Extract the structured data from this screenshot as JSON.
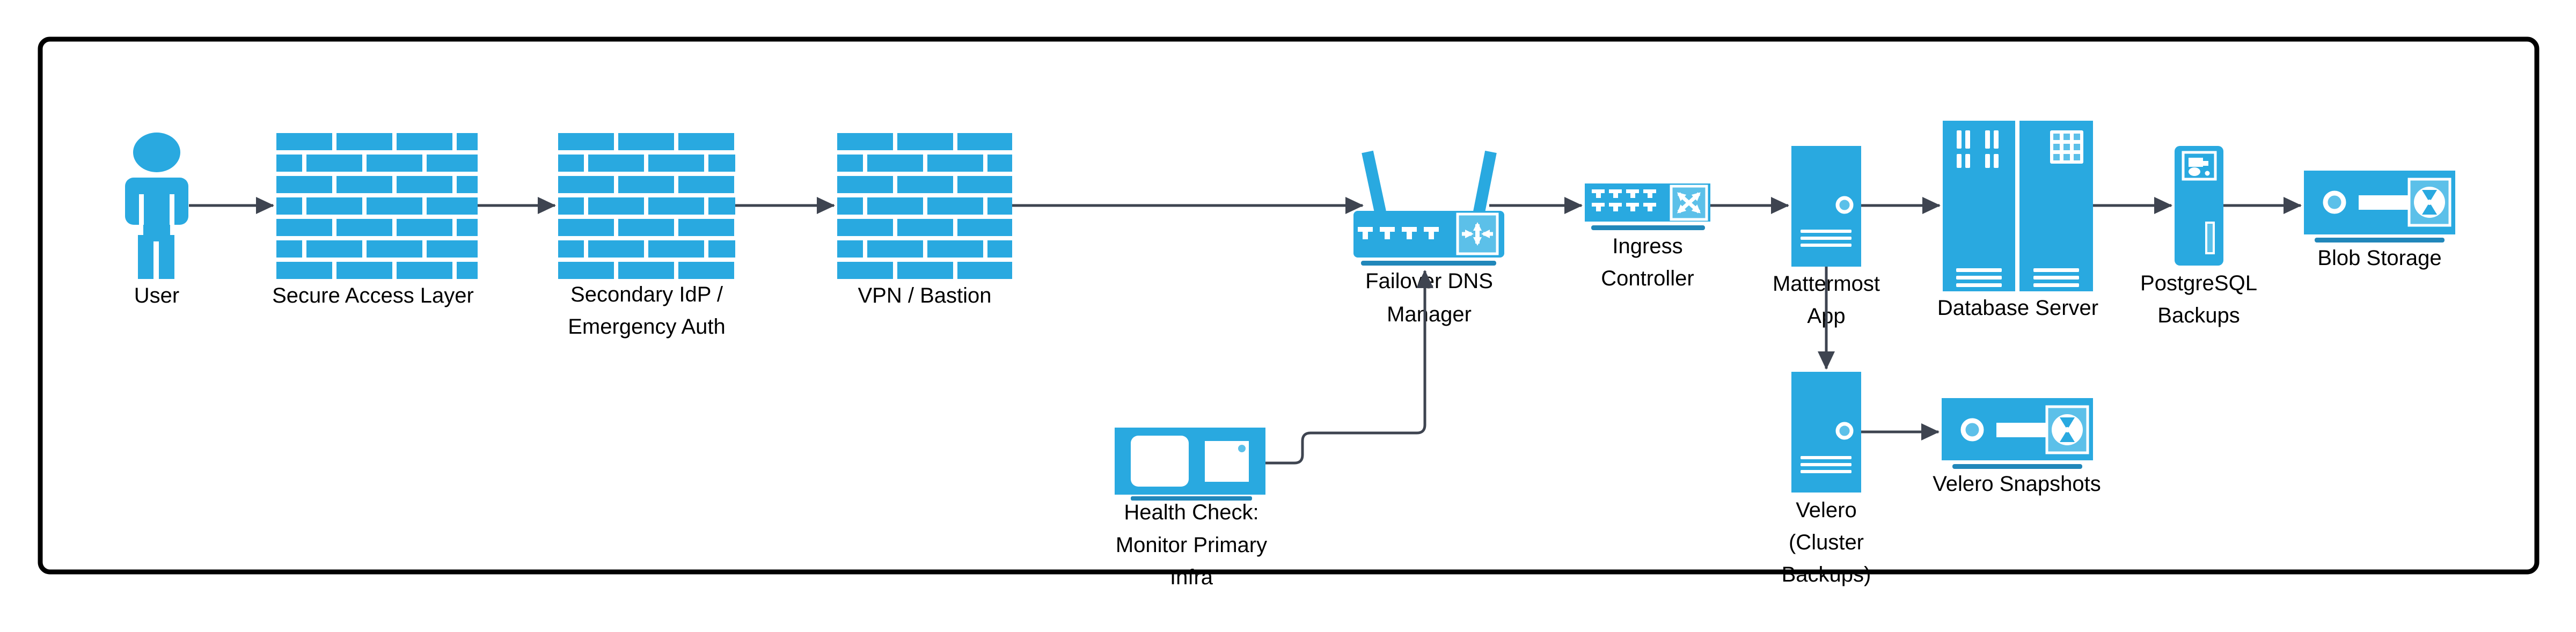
{
  "diagram": {
    "type": "architecture-flow",
    "colors": {
      "icon_blue": "#29A9E0",
      "icon_blue_light": "#5CC0E9",
      "underline_blue": "#2187BA",
      "edge_dark": "#3E4450",
      "text": "#000000",
      "border": "#000000",
      "background": "#ffffff"
    },
    "nodes": {
      "user": {
        "icon": "person-icon",
        "labels": [
          "User"
        ]
      },
      "secure_access_layer": {
        "icon": "firewall-icon",
        "labels": [
          "Secure Access Layer"
        ]
      },
      "secondary_idp": {
        "icon": "firewall-icon",
        "labels": [
          "Secondary IdP /",
          "Emergency Auth"
        ]
      },
      "vpn_bastion": {
        "icon": "firewall-icon",
        "labels": [
          "VPN / Bastion"
        ]
      },
      "failover_dns_manager": {
        "icon": "wireless-router-icon",
        "labels": [
          "Failover DNS",
          "Manager"
        ]
      },
      "ingress_controller": {
        "icon": "network-switch-icon",
        "labels": [
          "Ingress",
          "Controller"
        ]
      },
      "mattermost_app": {
        "icon": "server-tower-icon",
        "labels": [
          "Mattermost",
          "App"
        ]
      },
      "database_server": {
        "icon": "server-rack-icon",
        "labels": [
          "Database Server"
        ]
      },
      "postgresql_backups": {
        "icon": "tower-pc-icon",
        "labels": [
          "PostgreSQL",
          "Backups"
        ]
      },
      "blob_storage": {
        "icon": "storage-appliance-icon",
        "labels": [
          "Blob Storage"
        ]
      },
      "health_check": {
        "icon": "workstation-icon",
        "labels": [
          "Health Check:",
          "Monitor Primary",
          "Infra"
        ]
      },
      "velero": {
        "icon": "server-tower-icon",
        "labels": [
          "Velero",
          "(Cluster",
          "Backups)"
        ]
      },
      "velero_snapshots": {
        "icon": "storage-appliance-icon",
        "labels": [
          "Velero Snapshots"
        ]
      }
    },
    "edges": [
      {
        "from": "user",
        "to": "secure_access_layer"
      },
      {
        "from": "secure_access_layer",
        "to": "secondary_idp"
      },
      {
        "from": "secondary_idp",
        "to": "vpn_bastion"
      },
      {
        "from": "vpn_bastion",
        "to": "failover_dns_manager"
      },
      {
        "from": "failover_dns_manager",
        "to": "ingress_controller"
      },
      {
        "from": "ingress_controller",
        "to": "mattermost_app"
      },
      {
        "from": "mattermost_app",
        "to": "database_server"
      },
      {
        "from": "database_server",
        "to": "postgresql_backups"
      },
      {
        "from": "postgresql_backups",
        "to": "blob_storage"
      },
      {
        "from": "mattermost_app",
        "to": "velero"
      },
      {
        "from": "velero",
        "to": "velero_snapshots"
      },
      {
        "from": "health_check",
        "to": "failover_dns_manager"
      }
    ]
  }
}
